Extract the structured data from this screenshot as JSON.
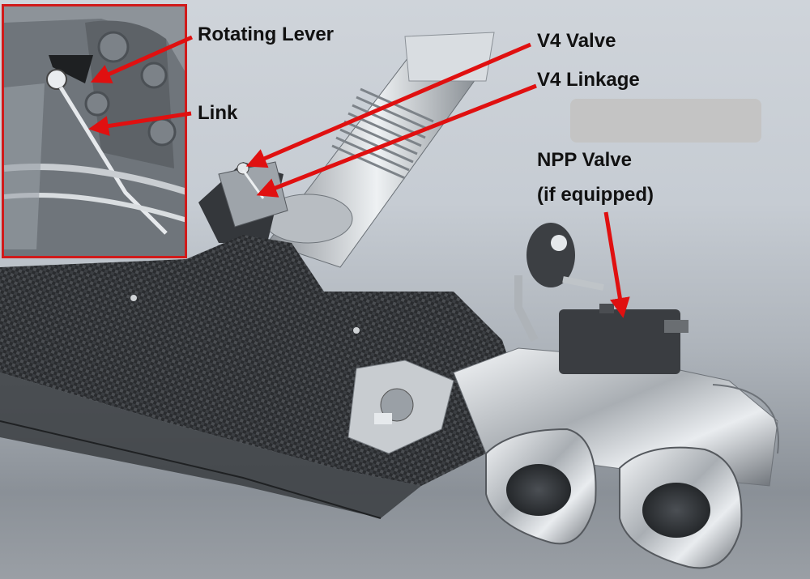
{
  "diagram": {
    "subject": "Exhaust system with valves",
    "labels": {
      "rotating_lever": "Rotating Lever",
      "link": "Link",
      "v4_valve": "V4 Valve",
      "v4_linkage": "V4 Linkage",
      "npp_valve_line1": "NPP Valve",
      "npp_valve_line2": "(if equipped)"
    },
    "colors": {
      "arrow": "#e01010",
      "inset_border": "#d11a1a",
      "label_text": "#111111",
      "redaction": "#c4c4c4",
      "background": "#c6ccd3"
    },
    "inset": {
      "description": "Zoomed detail of V4 valve rotating lever and link"
    },
    "redacted_region": {
      "visible_text": ""
    }
  }
}
